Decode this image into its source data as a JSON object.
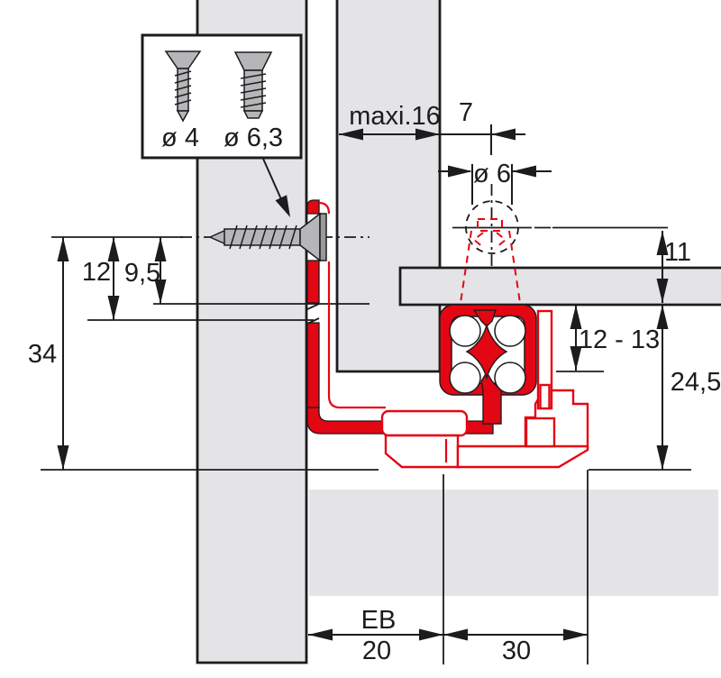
{
  "title": "Drawer runner installation cross-section diagram",
  "colors": {
    "red": "#e30613",
    "panel": "#e4e4e6",
    "ink": "#1c1c1e",
    "steel": "#b6b6b8",
    "steel_dark": "#9a9a9c"
  },
  "screw_box": {
    "small_screw_label": "ø 4",
    "large_screw_label": "ø 6,3"
  },
  "dimensions": {
    "front_thickness": "maxi.16",
    "hole_offset": "7",
    "hole_diameter": "ø 6",
    "top_clearance": "11",
    "back_offset": "12",
    "screw_offset": "9,5",
    "side_height": "34",
    "hook_height": "12 - 13",
    "runner_height": "24,5",
    "eb_label": "EB",
    "eb_value": "20",
    "bottom_depth": "30"
  }
}
